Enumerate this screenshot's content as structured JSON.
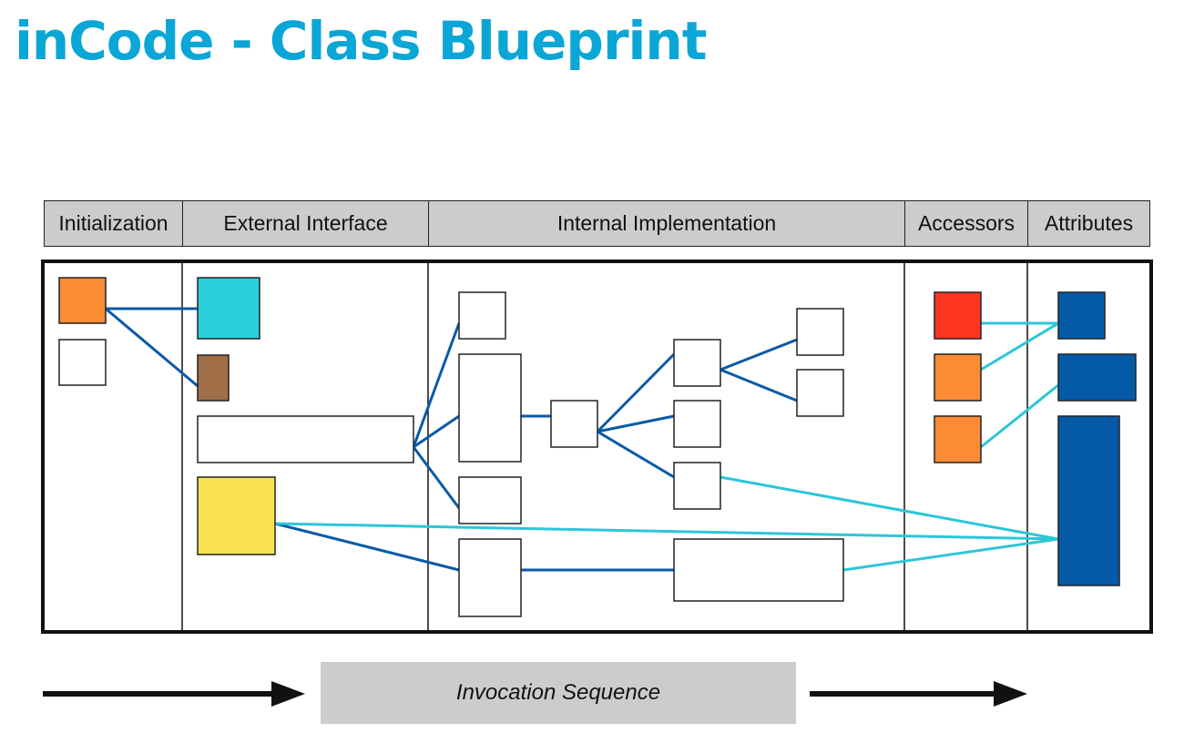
{
  "title": "inCode - Class Blueprint",
  "columns": [
    {
      "id": "initialization",
      "label": "Initialization"
    },
    {
      "id": "external-interface",
      "label": "External Interface"
    },
    {
      "id": "internal-implementation",
      "label": "Internal Implementation"
    },
    {
      "id": "accessors",
      "label": "Accessors"
    },
    {
      "id": "attributes",
      "label": "Attributes"
    }
  ],
  "footer": {
    "label": "Invocation Sequence"
  },
  "colors": {
    "title": "#0aa6d6",
    "header_bg": "#cccccc",
    "invocation_edge": "#0a5aa8",
    "access_edge": "#2cc6d8",
    "attribute": "#055aa8",
    "accessor_orange": "#fb8b35",
    "accessor_red": "#fd3521",
    "cyan_method": "#2bcfdc",
    "brown_method": "#a06e47",
    "yellow_method": "#f8e253",
    "plain_method": "#ffffff"
  },
  "nodes": [
    {
      "id": "init-1",
      "column": "initialization",
      "fill": "#fb8b35"
    },
    {
      "id": "init-2",
      "column": "initialization",
      "fill": "#ffffff"
    },
    {
      "id": "ext-cyan",
      "column": "external-interface",
      "fill": "#2bcfdc"
    },
    {
      "id": "ext-brown",
      "column": "external-interface",
      "fill": "#a06e47"
    },
    {
      "id": "ext-wide",
      "column": "external-interface",
      "fill": "#ffffff"
    },
    {
      "id": "ext-yellow",
      "column": "external-interface",
      "fill": "#f8e253"
    },
    {
      "id": "int-a",
      "column": "internal-implementation",
      "fill": "#ffffff"
    },
    {
      "id": "int-b",
      "column": "internal-implementation",
      "fill": "#ffffff"
    },
    {
      "id": "int-c",
      "column": "internal-implementation",
      "fill": "#ffffff"
    },
    {
      "id": "int-d",
      "column": "internal-implementation",
      "fill": "#ffffff"
    },
    {
      "id": "int-e",
      "column": "internal-implementation",
      "fill": "#ffffff"
    },
    {
      "id": "int-f",
      "column": "internal-implementation",
      "fill": "#ffffff"
    },
    {
      "id": "int-g",
      "column": "internal-implementation",
      "fill": "#ffffff"
    },
    {
      "id": "int-h",
      "column": "internal-implementation",
      "fill": "#ffffff"
    },
    {
      "id": "int-i",
      "column": "internal-implementation",
      "fill": "#ffffff"
    },
    {
      "id": "int-j",
      "column": "internal-implementation",
      "fill": "#ffffff"
    },
    {
      "id": "int-k",
      "column": "internal-implementation",
      "fill": "#ffffff"
    },
    {
      "id": "acc-red",
      "column": "accessors",
      "fill": "#fd3521"
    },
    {
      "id": "acc-orange-1",
      "column": "accessors",
      "fill": "#fb8b35"
    },
    {
      "id": "acc-orange-2",
      "column": "accessors",
      "fill": "#fb8b35"
    },
    {
      "id": "attr-1",
      "column": "attributes",
      "fill": "#055aa8"
    },
    {
      "id": "attr-2",
      "column": "attributes",
      "fill": "#055aa8"
    },
    {
      "id": "attr-3",
      "column": "attributes",
      "fill": "#055aa8"
    }
  ],
  "edges": [
    {
      "from": "init-1",
      "to": "ext-cyan",
      "kind": "invocation"
    },
    {
      "from": "init-1",
      "to": "ext-brown",
      "kind": "invocation"
    },
    {
      "from": "ext-wide",
      "to": "int-a",
      "kind": "invocation"
    },
    {
      "from": "ext-wide",
      "to": "int-b",
      "kind": "invocation"
    },
    {
      "from": "ext-wide",
      "to": "int-c",
      "kind": "invocation"
    },
    {
      "from": "ext-yellow",
      "to": "int-d",
      "kind": "invocation"
    },
    {
      "from": "int-b",
      "to": "int-e",
      "kind": "invocation"
    },
    {
      "from": "int-e",
      "to": "int-f",
      "kind": "invocation"
    },
    {
      "from": "int-e",
      "to": "int-g",
      "kind": "invocation"
    },
    {
      "from": "int-e",
      "to": "int-h",
      "kind": "invocation"
    },
    {
      "from": "int-f",
      "to": "int-j",
      "kind": "invocation"
    },
    {
      "from": "int-f",
      "to": "int-k",
      "kind": "invocation"
    },
    {
      "from": "int-d",
      "to": "int-i",
      "kind": "invocation"
    },
    {
      "from": "ext-yellow",
      "to": "attr-3",
      "kind": "access"
    },
    {
      "from": "int-h",
      "to": "attr-3",
      "kind": "access"
    },
    {
      "from": "int-i",
      "to": "attr-3",
      "kind": "access"
    },
    {
      "from": "acc-red",
      "to": "attr-1",
      "kind": "access"
    },
    {
      "from": "acc-orange-1",
      "to": "attr-1",
      "kind": "access"
    },
    {
      "from": "acc-orange-2",
      "to": "attr-2",
      "kind": "access"
    }
  ]
}
